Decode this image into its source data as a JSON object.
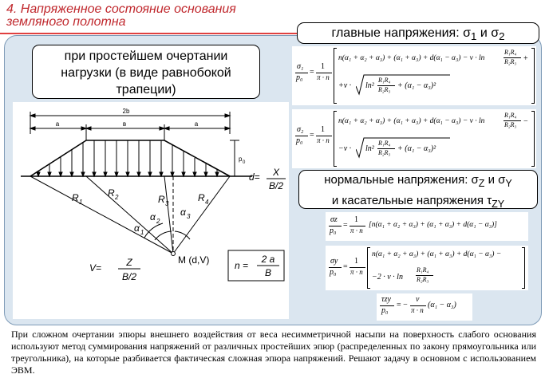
{
  "title": {
    "number": "4.",
    "text": "Напряженное состояние основания земляного полотна"
  },
  "boxes": {
    "load_shape": "при простейшем очертании нагрузки (в виде равнобокой трапеции)",
    "main_stresses_prefix": "главные напряжения: σ",
    "main_stresses_mid": " и σ",
    "main_sub1": "1",
    "main_sub2": "2",
    "normal_prefix": "нормальные напряжения: σ",
    "normal_sub_z": "Z",
    "normal_and": " и σ",
    "normal_sub_y": "Y",
    "tangential_prefix": "и касательные напряжения τ",
    "tangential_sub": "ZY"
  },
  "diagram": {
    "width_label": "2b",
    "a_left": "a",
    "b_mid": "в",
    "a_right": "a",
    "p_label": "p",
    "p_sub": "0",
    "d_label": "d=",
    "d_num": "X",
    "d_den": "B/2",
    "r1": "R",
    "r1_sub": "1",
    "r2": "R",
    "r2_sub": "2",
    "r3": "R",
    "r3_sub": "3",
    "r4": "R",
    "r4_sub": "4",
    "alpha1": "α",
    "alpha1_sub": "1",
    "alpha2": "α",
    "alpha2_sub": "2",
    "alpha3": "α",
    "alpha3_sub": "3",
    "point_label": "M (d,V)",
    "v_label": "V=",
    "v_num": "Z",
    "v_den": "B/2",
    "n_label": "n =",
    "n_num": "2 a",
    "n_den": "B"
  },
  "formulas": {
    "s1_lhs_num": "σ₁",
    "s1_lhs_den": "p₀",
    "s1_coef": "1",
    "s1_coef_den": "π · n",
    "s1_line1": "n(α₁ + α₂ + α₃) + (α₁ + α₃) + d(α₁ − α₃) − v · ln",
    "s1_ln_num": "R₁R₄",
    "s1_ln_den": "R₂R₃",
    "s1_plus": "+",
    "s1_line2_pre": "+v ·",
    "s1_line2_rad": "ln²",
    "s1_line2_rad_num": "R₁R₄",
    "s1_line2_rad_den": "R₂R₃",
    "s1_line2_post": "+ (α₁ − α₃)²",
    "s2_lhs_num": "σ₂",
    "s2_lhs_den": "p₀",
    "s2_coef": "1",
    "s2_coef_den": "π · n",
    "s2_line1": "n(α₁ + α₂ + α₃) + (α₁ + α₃) + d(α₁ − α₃) − v · ln",
    "s2_ln_num": "R₁R₄",
    "s2_ln_den": "R₂R₃",
    "s2_minus": "−",
    "s2_line2_pre": "−v ·",
    "s2_line2_rad": "ln²",
    "s2_line2_rad_num": "R₁R₄",
    "s2_line2_rad_den": "R₂R₃",
    "s2_line2_post": "+ (α₁ − α₃)²",
    "sz_lhs_num": "σz",
    "sz_lhs_den": "p₀",
    "sz_coef": "1",
    "sz_coef_den": "π · n",
    "sz_body": "[n(α₁ + α₂ + α₃) + (α₁ + α₃) + d(α₁ − α₃)]",
    "sy_lhs_num": "σy",
    "sy_lhs_den": "p₀",
    "sy_coef": "1",
    "sy_coef_den": "π · n",
    "sy_line1": "n(α₁ + α₂ + α₃) + (α₁ + α₃) + d(α₁ − α₃) −",
    "sy_line2": "−2 · v · ln",
    "sy_ln_num": "R₁R₄",
    "sy_ln_den": "R₂R₃",
    "tzy_lhs_num": "τzy",
    "tzy_lhs_den": "p₀",
    "tzy_eq": "= −",
    "tzy_coef_num": "v",
    "tzy_coef_den": "π · n",
    "tzy_body": "(α₁ − α₃)"
  },
  "body_text": "При сложном очертании эпюры внешнего воздействия от веса несимметричной насыпи на поверхность слабого основания используют метод суммирования напряжений от различных простейших эпюр (распределенных по закону прямоугольника или треугольника), на которые разбивается фактическая сложная эпюра напряжений. Решают задачу в основном с использованием ЭВМ."
}
